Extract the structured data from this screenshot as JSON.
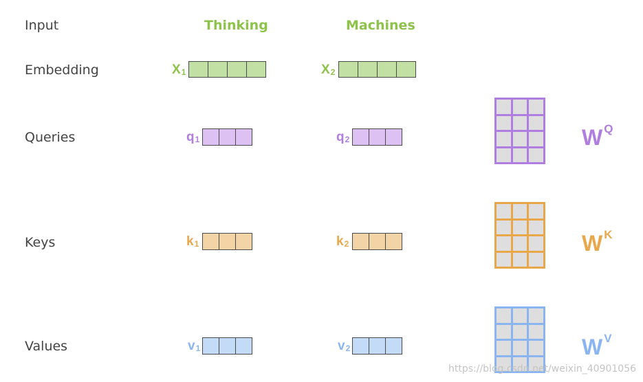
{
  "rows": {
    "input": "Input",
    "embedding": "Embedding",
    "queries": "Queries",
    "keys": "Keys",
    "values": "Values"
  },
  "words": [
    "Thinking",
    "Machines"
  ],
  "variables": {
    "x1": {
      "letter": "X",
      "sub": "1"
    },
    "x2": {
      "letter": "X",
      "sub": "2"
    },
    "q1": {
      "letter": "q",
      "sub": "1"
    },
    "q2": {
      "letter": "q",
      "sub": "2"
    },
    "k1": {
      "letter": "k",
      "sub": "1"
    },
    "k2": {
      "letter": "k",
      "sub": "2"
    },
    "v1": {
      "letter": "v",
      "sub": "1"
    },
    "v2": {
      "letter": "v",
      "sub": "2"
    }
  },
  "weights": {
    "wq": {
      "letter": "W",
      "sup": "Q"
    },
    "wk": {
      "letter": "W",
      "sup": "K"
    },
    "wv": {
      "letter": "W",
      "sup": "V"
    }
  },
  "dimensions": {
    "embedding_cells": 4,
    "vector_cells": 3,
    "matrix_rows": 4,
    "matrix_cols": 3
  },
  "colors": {
    "green": "#8dc34a",
    "green_fill": "#c2e0a3",
    "purple": "#b07ee0",
    "purple_fill": "#dcc1f2",
    "orange": "#e9a74c",
    "orange_fill": "#f3d4a6",
    "blue": "#8ab5f0",
    "blue_fill": "#c4dbf8",
    "matrix_cell": "#dedede"
  },
  "watermark": "https://blog.csdn.net/weixin_40901056"
}
